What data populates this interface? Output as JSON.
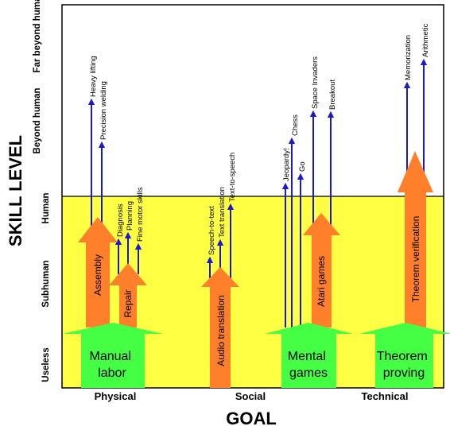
{
  "axis_label_y": "SKILL LEVEL",
  "axis_label_x": "GOAL",
  "levels": [
    "Useless",
    "Subhuman",
    "Human",
    "Beyond human",
    "Far beyond human"
  ],
  "goals": [
    "Physical",
    "Social",
    "Technical"
  ],
  "colors": {
    "human_band": "#ffff44",
    "big_arrow": "#ff7f2a",
    "base_arrow": "#44ff44",
    "thin_arrow": "#1a1acc",
    "frame": "#000000"
  },
  "domains": [
    {
      "label_line1": "Manual",
      "label_line2": "labor"
    },
    {
      "label_line1": "Audio translation",
      "label_line2": ""
    },
    {
      "label_line1": "Mental",
      "label_line2": "games"
    },
    {
      "label_line1": "Theorem",
      "label_line2": "proving"
    }
  ],
  "skills": {
    "assembly": "Assembly",
    "repair": "Repair",
    "atari_games": "Atari games",
    "theorem_verification": "Theorem verification",
    "heavy_lifting": "Heavy lifting",
    "precision_welding": "Precision welding",
    "diagnosis": "Diagnosis",
    "planning": "Planning",
    "fine_motor_skills": "Fine motor skills",
    "speech_to_text": "Speech-to-text",
    "text_translation": "Text translation",
    "text_to_speech": "Text-to-speech",
    "jeopardy": "Jeopardy!",
    "chess": "Chess",
    "go": "Go",
    "space_invaders": "Space Invaders",
    "breakout": "Breakout",
    "memorization": "Memorization",
    "arithmetic": "Arithmetic"
  }
}
